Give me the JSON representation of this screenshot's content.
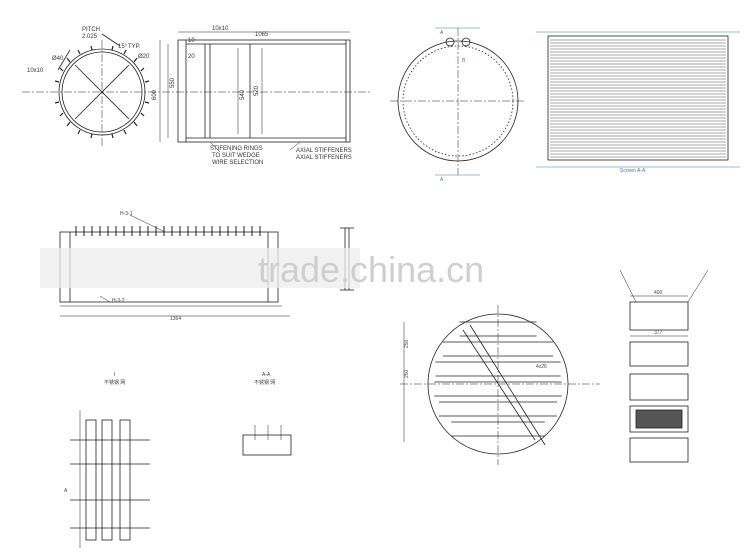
{
  "drawing1": {
    "pitch": "PITCH",
    "pitch_val": "2.025",
    "angle": "15°",
    "typ": "TYP.",
    "dia_a": "Ø40",
    "dia_b": "Ø20",
    "corner_dim": "10x10",
    "top_dim": "10x10",
    "width_dim": "1065",
    "dim_10": "10",
    "dim_20": "20",
    "dim_600": "600",
    "dim_550": "550",
    "dim_540": "540",
    "dim_520": "520",
    "note_stiff_1": "STIFENING RINGS",
    "note_stiff_2": "TO SUIT WEDGE",
    "note_stiff_3": "WIRE SELECTION",
    "note_axial_1": "AXIAL STIFFENERS",
    "note_axial_2": "AXIAL STIFFENERS"
  },
  "drawing2": {
    "label_a_top": "A",
    "label_a_bot": "A",
    "label_b": "B",
    "section_label": "Screen A-A"
  },
  "drawing3": {
    "part_top": "H-3-1",
    "part_bot": "H-3-2",
    "dim_bottom": "1364"
  },
  "drawing4": {
    "detail_label": "I",
    "detail_sub": "不锈钢 网",
    "detail_a": "A",
    "section_label": "A-A",
    "section_sub": "不锈钢 网"
  },
  "drawing5": {
    "dim_center": "4x26",
    "dim_left_1": "250",
    "dim_left_2": "250"
  },
  "drawing6": {
    "dim_top": "400",
    "dim_mid": "377"
  },
  "watermark": "trade.china.cn"
}
